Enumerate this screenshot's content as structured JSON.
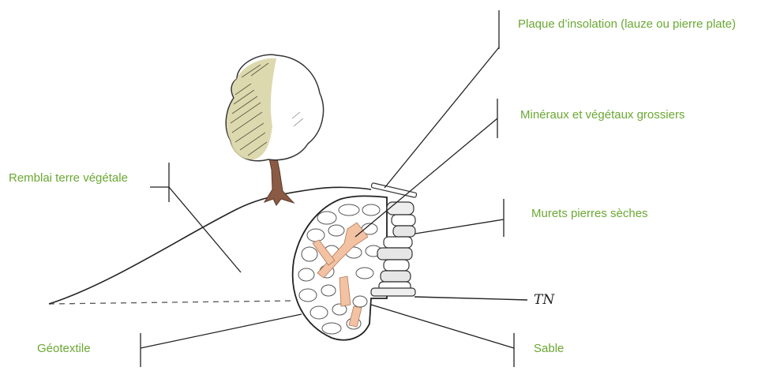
{
  "colors": {
    "label_green": "#6aa832",
    "ink": "#222222",
    "sketch_stroke": "#333333",
    "trunk": "#8a5a44",
    "root_fill": "#f2c2a3",
    "foliage_shade": "#d9d5a6",
    "stone_fill": "#ffffff",
    "stone_grey": "#e6e6e6"
  },
  "labels": {
    "plaque": "Plaque d’insolation (lauze ou pierre plate)",
    "mineraux": "Minéraux et végétaux grossiers",
    "remblai": "Remblai terre végétale",
    "murets": "Murets pierres sèches",
    "tn": "TN",
    "geotextile": "Géotextile",
    "sable": "Sable"
  }
}
